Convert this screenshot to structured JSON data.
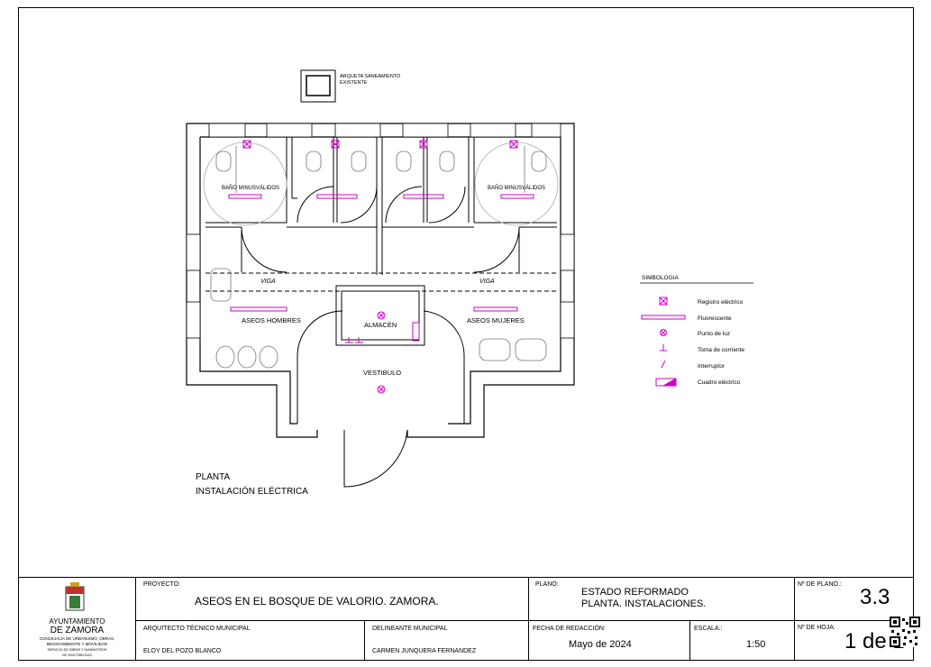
{
  "plan": {
    "arqueta_label_1": "ARQUETA SANEAMIENTO",
    "arqueta_label_2": "EXISTENTE",
    "bano_left": "BAÑO MINUSVÁLIDOS",
    "bano_right": "BAÑO MINUSVÁLIDOS",
    "viga_left": "VIGA",
    "viga_right": "VIGA",
    "aseos_hombres": "ASEOS HOMBRES",
    "almacen": "ALMACÉN",
    "aseos_mujeres": "ASEOS MUJERES",
    "vestibulo": "VESTIBULO",
    "title_1": "PLANTA",
    "title_2": "INSTALACIÓN ELÉCTRICA"
  },
  "legend": {
    "title": "SIMBOLOGIA",
    "items": [
      {
        "label": "Registro eléctrico",
        "icon": "registro-electrico-icon"
      },
      {
        "label": "Fluorescente",
        "icon": "fluorescente-icon"
      },
      {
        "label": "Punto de luz",
        "icon": "punto-de-luz-icon"
      },
      {
        "label": "Toma de corriente",
        "icon": "toma-de-corriente-icon"
      },
      {
        "label": "Interruptor",
        "icon": "interruptor-icon"
      },
      {
        "label": "Cuadro eléctrico",
        "icon": "cuadro-electrico-icon"
      }
    ]
  },
  "title_block": {
    "logo_line_1": "AYUNTAMIENTO",
    "logo_line_2": "DE ZAMORA",
    "logo_sub_1": "CONCEJALÍA DE URBANISMO, OBRAS,",
    "logo_sub_2": "MEDIOAMBIENTE Y MOVILIDAD",
    "logo_sub_3": "SERVICIO DE OBRAS Y SUMINISTROS",
    "logo_sub_4": "DE VÍAS PÚBLICAS",
    "proyecto_label": "PROYECTO:",
    "proyecto_value": "ASEOS EN EL BOSQUE DE VALORIO. ZAMORA.",
    "plano_label": "PLANO:",
    "plano_value_1": "ESTADO REFORMADO",
    "plano_value_2": "PLANTA. INSTALACIONES.",
    "num_plano_label": "Nº DE PLANO.:",
    "num_plano_value": "3.3",
    "arquitecto_label": "ARQUITECTO TÉCNICO MUNICIPAL",
    "arquitecto_value": "ELOY DEL POZO BLANCO",
    "delineante_label": "DELINEANTE MUNICIPAL",
    "delineante_value": "CARMEN JUNQUERA FERNANDEZ",
    "fecha_label": "FECHA DE REDACCIÓN:",
    "fecha_value": "Mayo de 2024",
    "escala_label": "ESCALA.:",
    "escala_value": "1:50",
    "hoja_label": "Nº DE HOJA:",
    "hoja_value": "1 de 1"
  },
  "colors": {
    "symbol": "#d000c8",
    "line": "#000000"
  }
}
